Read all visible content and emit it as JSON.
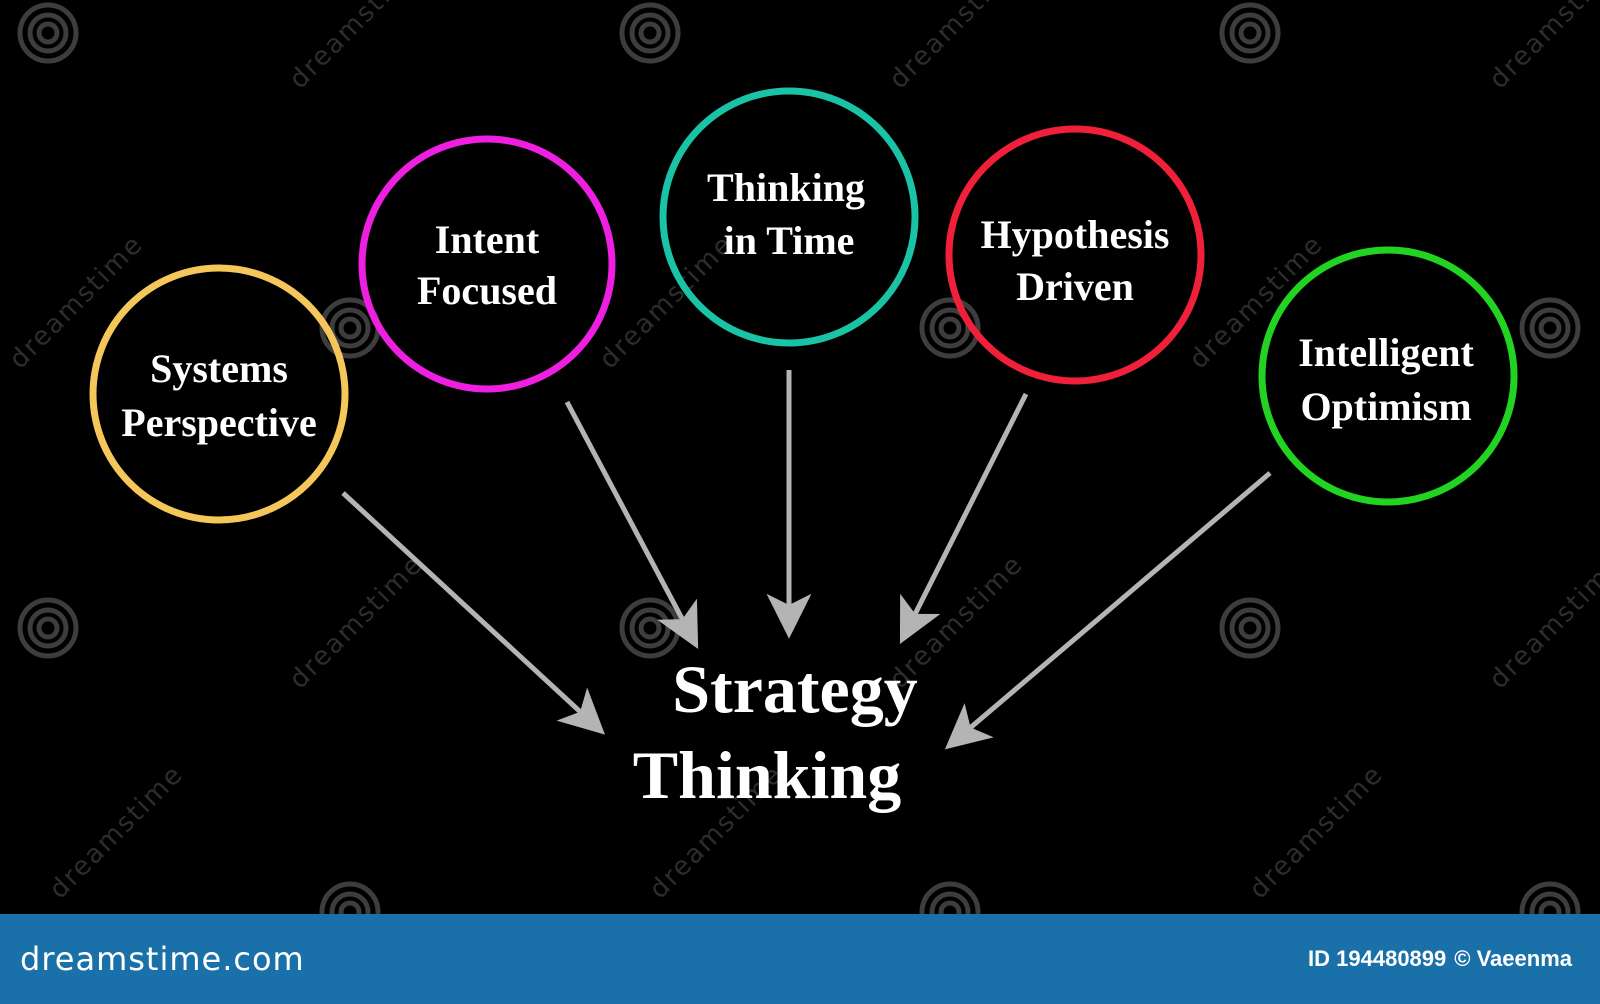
{
  "diagram": {
    "center": {
      "line1": "Strategy",
      "line2": "Thinking"
    },
    "nodes": [
      {
        "id": "systems-perspective",
        "lines": [
          "Systems",
          "Perspective"
        ],
        "color": "#f5c75a"
      },
      {
        "id": "intent-focused",
        "lines": [
          "Intent",
          "Focused"
        ],
        "color": "#ee1fe0"
      },
      {
        "id": "thinking-in-time",
        "lines": [
          "Thinking",
          "in Time"
        ],
        "color": "#1ac2a6"
      },
      {
        "id": "hypothesis-driven",
        "lines": [
          "Hypothesis",
          "Driven"
        ],
        "color": "#f0203a"
      },
      {
        "id": "intelligent-optimism",
        "lines": [
          "Intelligent",
          "Optimism"
        ],
        "color": "#22d322"
      }
    ],
    "arrow_color": "#b4b4b4"
  },
  "watermark": {
    "text": "dreamstime"
  },
  "footer": {
    "site": "dreamstime.com",
    "id_label": "ID 194480899",
    "author": "© Vaeenma"
  }
}
